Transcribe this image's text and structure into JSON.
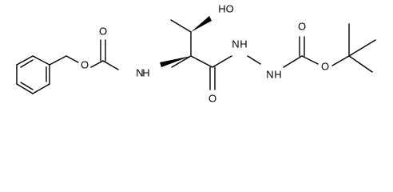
{
  "molecule": {
    "atoms": {
      "o_ester_left": "O",
      "o_carbonyl_left": "O",
      "n_amide_left": "N",
      "n_amide_h": "H",
      "o_hydroxyl": "HO",
      "o_carbonyl_mid": "O",
      "n_hydrazide_1": "N",
      "n_hydrazide_1_h": "H",
      "n_hydrazide_2": "N",
      "n_hydrazide_2_h": "H",
      "o_carbonyl_right": "O",
      "o_ester_right": "O"
    }
  }
}
